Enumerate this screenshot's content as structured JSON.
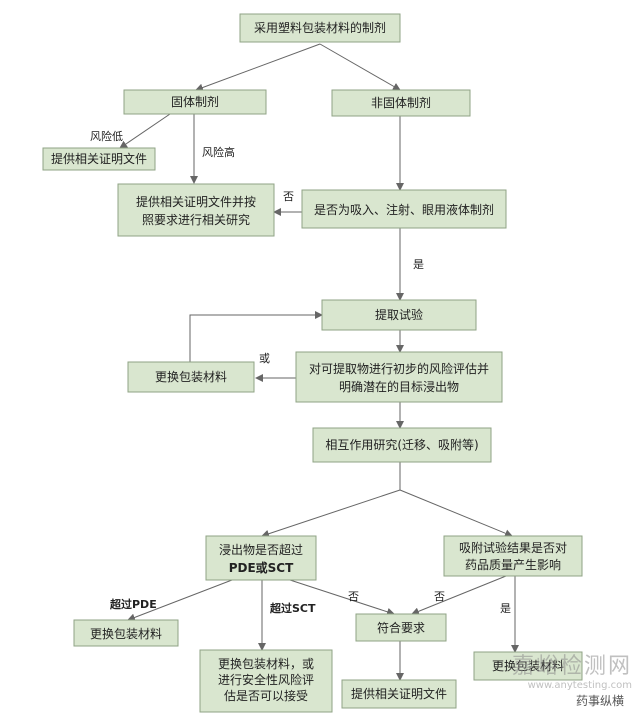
{
  "nodes": {
    "root": "采用塑料包装材料的制剂",
    "solid": "固体制剂",
    "nonsolid": "非固体制剂",
    "provide_cert_1": "提供相关证明文件",
    "provide_cert_study": [
      "提供相关证明文件并按",
      "照要求进行相关研究"
    ],
    "inhalation_question": "是否为吸入、注射、眼用液体制剂",
    "extraction_test": "提取试验",
    "replace_material_1": "更换包装材料",
    "risk_assessment": [
      "对可提取物进行初步的风险评估并",
      "明确潜在的目标浸出物"
    ],
    "interaction_study": "相互作用研究(迁移、吸附等)",
    "leachable_question": [
      "浸出物是否超过",
      "PDE或SCT"
    ],
    "adsorption_question": [
      "吸附试验结果是否对",
      "药品质量产生影响"
    ],
    "replace_material_2": "更换包装材料",
    "meets_requirements": "符合要求",
    "replace_or_assess": [
      "更换包装材料，或",
      "进行安全性风险评",
      "估是否可以接受"
    ],
    "provide_cert_2": "提供相关证明文件",
    "replace_material_3": "更换包装材料"
  },
  "edge_labels": {
    "low_risk": "风险低",
    "high_risk": "风险高",
    "no_1": "否",
    "yes_1": "是",
    "or": "或",
    "exceeds_pde": "超过PDE",
    "exceeds_sct": "超过SCT",
    "no_2": "否",
    "no_3": "否",
    "yes_2": "是"
  },
  "watermark": {
    "main": "嘉峪检测网",
    "url": "www.anytesting.com",
    "caption": "药事纵横"
  },
  "colors": {
    "box_fill": "#d9e6cf",
    "box_stroke": "#8fa384",
    "line": "#666666"
  }
}
